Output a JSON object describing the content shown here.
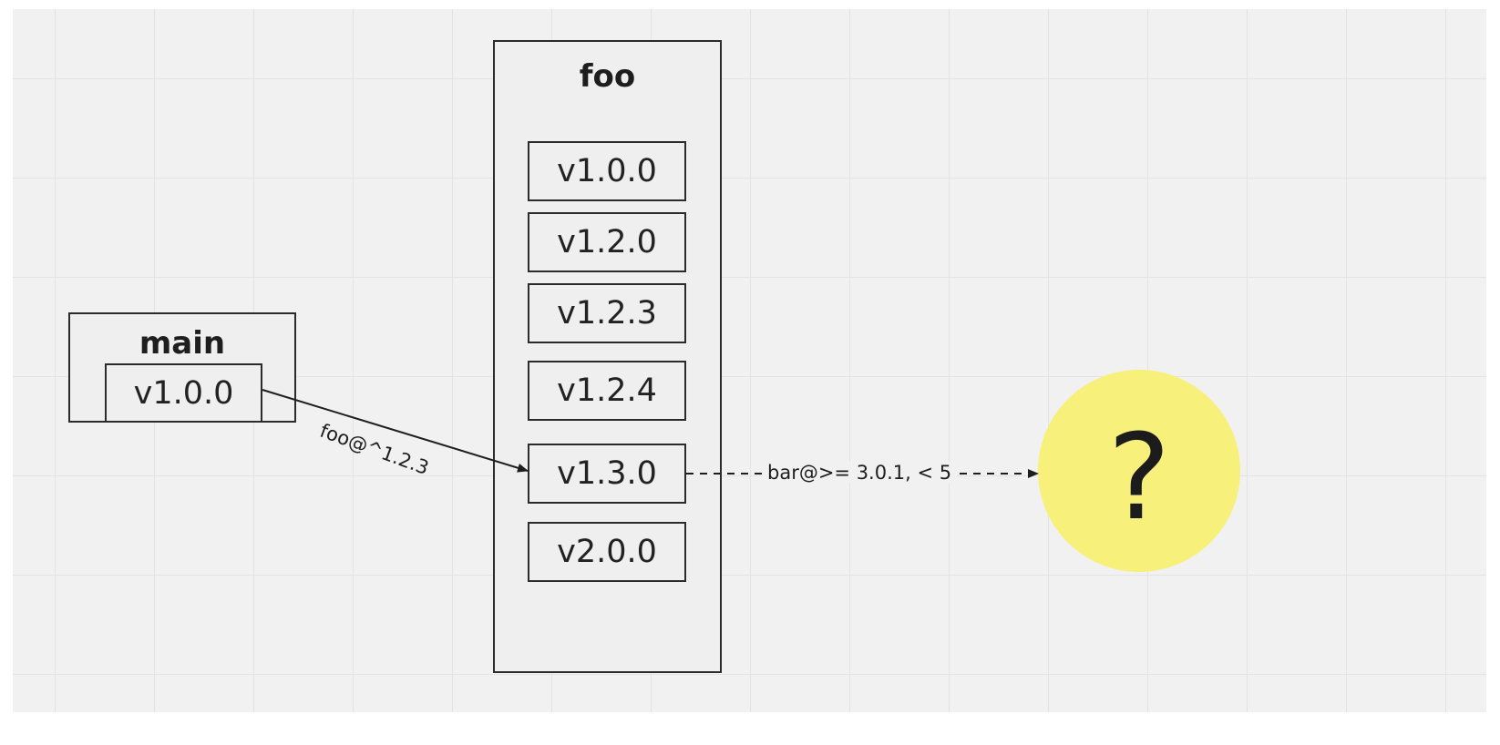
{
  "main": {
    "title": "main",
    "version": "v1.0.0"
  },
  "foo": {
    "title": "foo",
    "versions": [
      "v1.0.0",
      "v1.2.0",
      "v1.2.3",
      "v1.2.4",
      "v1.3.0",
      "v2.0.0"
    ]
  },
  "edges": {
    "main_to_foo": "foo@^1.2.3",
    "foo_to_bar": "bar@>= 3.0.1, < 5"
  },
  "unknown": {
    "symbol": "?",
    "color": "#f7f07a"
  },
  "colors": {
    "canvas": "#f1f1f1",
    "grid": "#e3e3e3",
    "stroke": "#2b2b2b"
  }
}
